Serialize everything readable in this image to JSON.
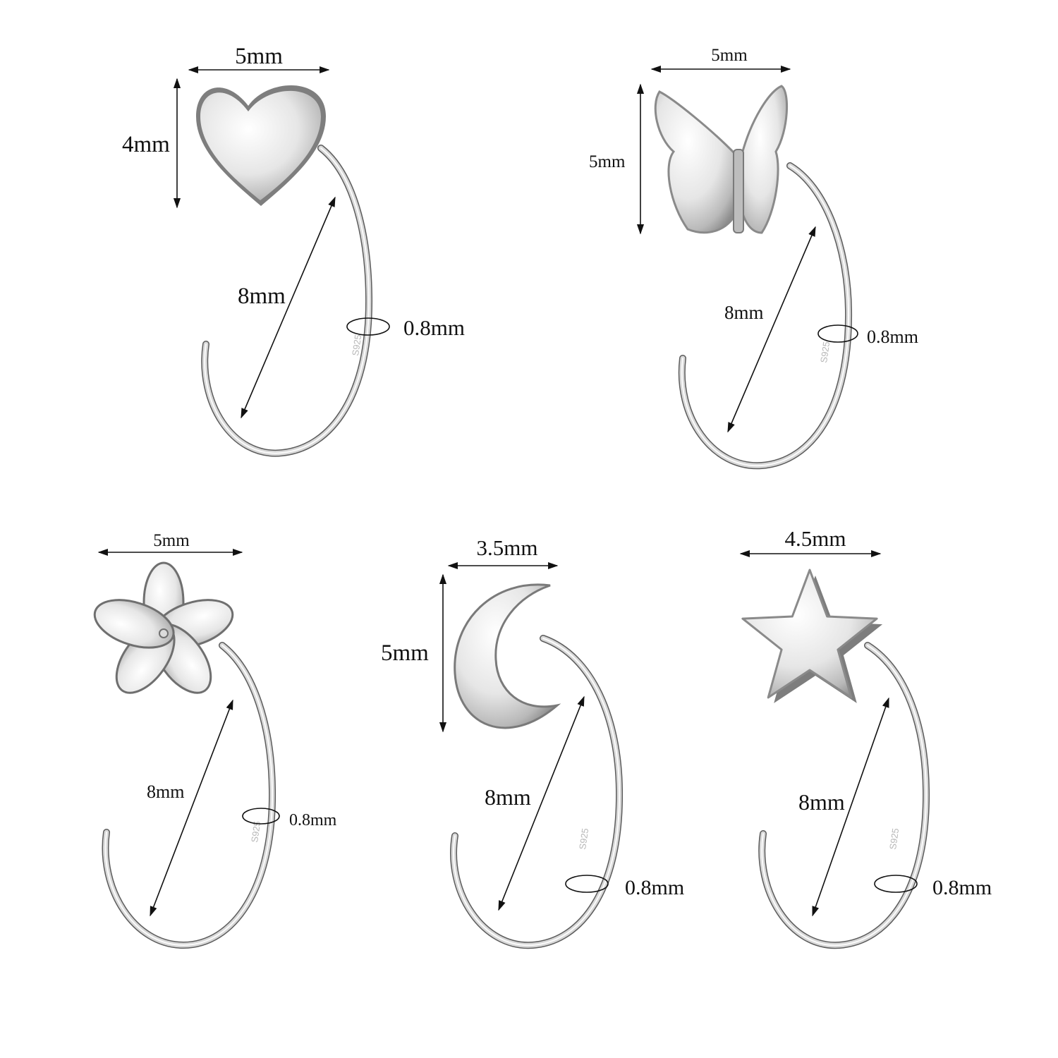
{
  "colors": {
    "background": "#ffffff",
    "metal_light": "#f4f4f4",
    "metal_mid": "#c9c9c9",
    "metal_dark": "#6d6d6d",
    "annotation": "#111111"
  },
  "items": [
    {
      "shape": "heart-icon",
      "charm_width": "5mm",
      "charm_height": "4mm",
      "diameter": "8mm",
      "thickness": "0.8mm",
      "stamp": "S925"
    },
    {
      "shape": "butterfly-icon",
      "charm_width": "5mm",
      "charm_height": "5mm",
      "diameter": "8mm",
      "thickness": "0.8mm",
      "stamp": "S925"
    },
    {
      "shape": "flower-icon",
      "charm_width": "5mm",
      "diameter": "8mm",
      "thickness": "0.8mm",
      "stamp": "S925"
    },
    {
      "shape": "moon-icon",
      "charm_width": "3.5mm",
      "charm_height": "5mm",
      "diameter": "8mm",
      "thickness": "0.8mm",
      "stamp": "S925"
    },
    {
      "shape": "star-icon",
      "charm_width": "4.5mm",
      "diameter": "8mm",
      "thickness": "0.8mm",
      "stamp": "S925"
    }
  ]
}
